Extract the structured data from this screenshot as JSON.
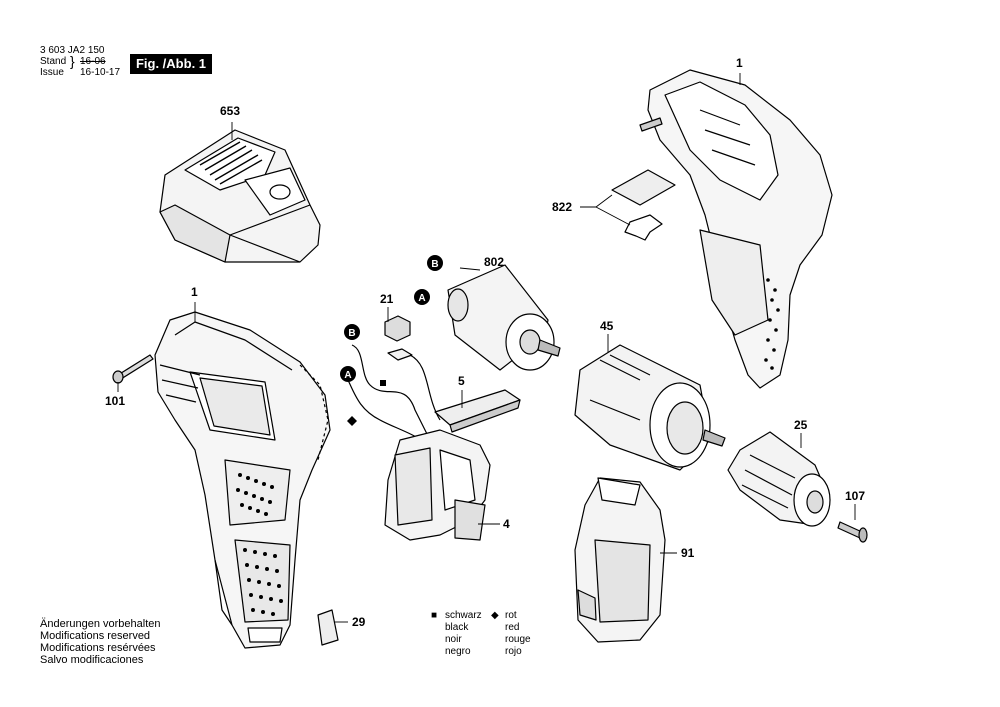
{
  "header": {
    "doc_number": "3 603 JA2 150",
    "stand_label": "Stand",
    "issue_label": "Issue",
    "stand_value": "16-06",
    "issue_value": "16-10-17",
    "figure_label": "Fig. /Abb. 1"
  },
  "part_numbers": {
    "p653": "653",
    "p1_left": "1",
    "p1_right": "1",
    "p101": "101",
    "p21": "21",
    "p802": "802",
    "p822": "822",
    "p45": "45",
    "p5": "5",
    "p4": "4",
    "p25": "25",
    "p107": "107",
    "p91": "91",
    "p29": "29"
  },
  "markers": {
    "a": "A",
    "b": "B"
  },
  "disclaimer": [
    "Änderungen vorbehalten",
    "Modifications reserved",
    "Modifications resérvées",
    "Salvo modificaciones"
  ],
  "legend": {
    "square_symbol": "■",
    "diamond_symbol": "◆",
    "black": [
      "schwarz",
      "black",
      "noir",
      "negro"
    ],
    "red": [
      "rot",
      "red",
      "rouge",
      "rojo"
    ]
  }
}
